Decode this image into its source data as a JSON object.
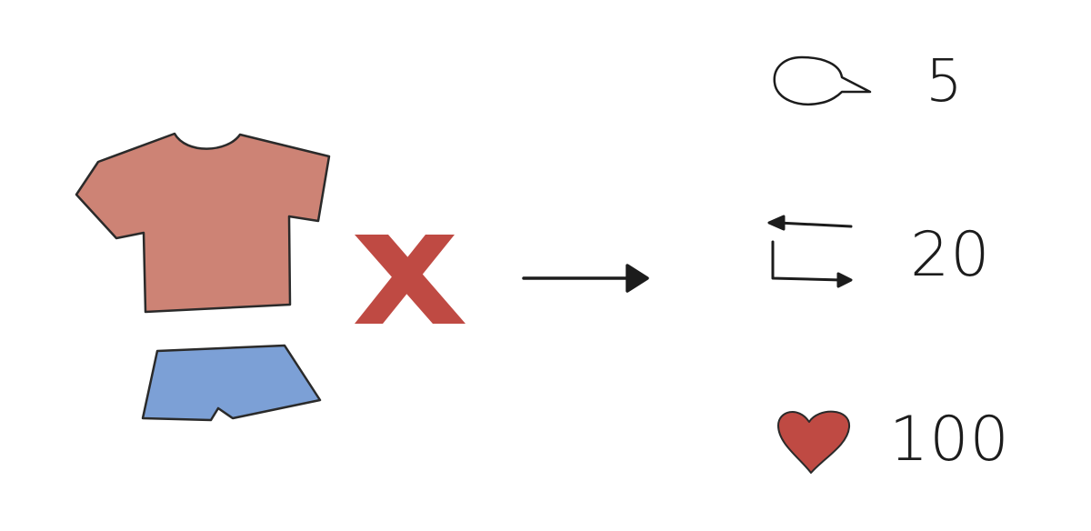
{
  "colors": {
    "shirt": "#cd8375",
    "shorts": "#7ca0d6",
    "cross": "#bf4a43",
    "heart": "#bf4a43",
    "ink": "#1c1c1c"
  },
  "outfit": {
    "items": [
      "t-shirt-icon",
      "shorts-icon"
    ],
    "multiplier_icon": "cross-mark-icon",
    "result_arrow_icon": "arrow-right-icon"
  },
  "stats": {
    "comments": {
      "icon": "speech-bubble-icon",
      "count": "5"
    },
    "reposts": {
      "icon": "repost-icon",
      "count": "20"
    },
    "likes": {
      "icon": "heart-icon",
      "count": "100"
    }
  }
}
